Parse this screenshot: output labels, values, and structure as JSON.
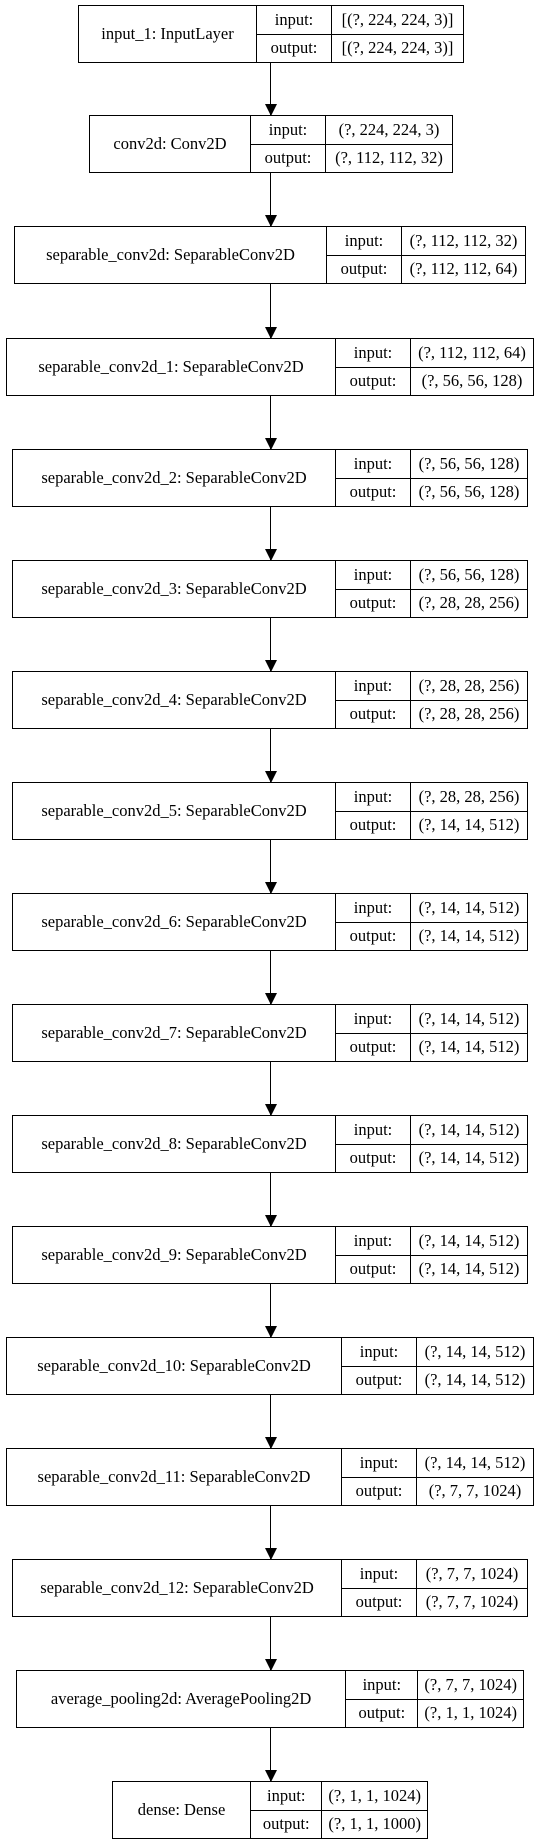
{
  "diagram": {
    "input_label": "input:",
    "output_label": "output:",
    "layers": [
      {
        "name": "input_1: InputLayer",
        "input": "[(?, 224, 224, 3)]",
        "output": "[(?, 224, 224, 3)]"
      },
      {
        "name": "conv2d: Conv2D",
        "input": "(?, 224, 224, 3)",
        "output": "(?, 112, 112, 32)"
      },
      {
        "name": "separable_conv2d: SeparableConv2D",
        "input": "(?, 112, 112, 32)",
        "output": "(?, 112, 112, 64)"
      },
      {
        "name": "separable_conv2d_1: SeparableConv2D",
        "input": "(?, 112, 112, 64)",
        "output": "(?, 56, 56, 128)"
      },
      {
        "name": "separable_conv2d_2: SeparableConv2D",
        "input": "(?, 56, 56, 128)",
        "output": "(?, 56, 56, 128)"
      },
      {
        "name": "separable_conv2d_3: SeparableConv2D",
        "input": "(?, 56, 56, 128)",
        "output": "(?, 28, 28, 256)"
      },
      {
        "name": "separable_conv2d_4: SeparableConv2D",
        "input": "(?, 28, 28, 256)",
        "output": "(?, 28, 28, 256)"
      },
      {
        "name": "separable_conv2d_5: SeparableConv2D",
        "input": "(?, 28, 28, 256)",
        "output": "(?, 14, 14, 512)"
      },
      {
        "name": "separable_conv2d_6: SeparableConv2D",
        "input": "(?, 14, 14, 512)",
        "output": "(?, 14, 14, 512)"
      },
      {
        "name": "separable_conv2d_7: SeparableConv2D",
        "input": "(?, 14, 14, 512)",
        "output": "(?, 14, 14, 512)"
      },
      {
        "name": "separable_conv2d_8: SeparableConv2D",
        "input": "(?, 14, 14, 512)",
        "output": "(?, 14, 14, 512)"
      },
      {
        "name": "separable_conv2d_9: SeparableConv2D",
        "input": "(?, 14, 14, 512)",
        "output": "(?, 14, 14, 512)"
      },
      {
        "name": "separable_conv2d_10: SeparableConv2D",
        "input": "(?, 14, 14, 512)",
        "output": "(?, 14, 14, 512)"
      },
      {
        "name": "separable_conv2d_11: SeparableConv2D",
        "input": "(?, 14, 14, 512)",
        "output": "(?, 7, 7, 1024)"
      },
      {
        "name": "separable_conv2d_12: SeparableConv2D",
        "input": "(?, 7, 7, 1024)",
        "output": "(?, 7, 7, 1024)"
      },
      {
        "name": "average_pooling2d: AveragePooling2D",
        "input": "(?, 7, 7, 1024)",
        "output": "(?, 1, 1, 1024)"
      },
      {
        "name": "dense: Dense",
        "input": "(?, 1, 1, 1024)",
        "output": "(?, 1, 1, 1000)"
      }
    ]
  }
}
